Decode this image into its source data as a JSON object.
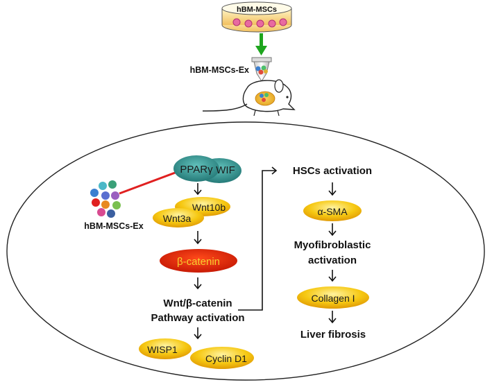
{
  "top": {
    "dish_label": "hBM-MSCs",
    "exosome_label": "hBM-MSCs-Ex"
  },
  "left": {
    "exosome_label": "hBM-MSCs-Ex"
  },
  "pathway": {
    "ppar": "PPARγ",
    "wif": "WIF",
    "wnt10b": "Wnt10b",
    "wnt3a": "Wnt3a",
    "beta_catenin": "β-catenin",
    "activation_line1": "Wnt/β-catenin",
    "activation_line2": "Pathway activation",
    "wisp1": "WISP1",
    "cyclin": "Cyclin D1"
  },
  "right": {
    "hsc": "HSCs activation",
    "sma": "α-SMA",
    "myo_line1": "Myofibroblastic",
    "myo_line2": "activation",
    "collagen": "Collagen I",
    "fibrosis": "Liver fibrosis"
  },
  "colors": {
    "teal": "#2f8f8c",
    "yellow": "#f2c40a",
    "red": "#d82a0a",
    "green_arrow": "#1ea51e",
    "inhibit_line": "#e02020"
  }
}
